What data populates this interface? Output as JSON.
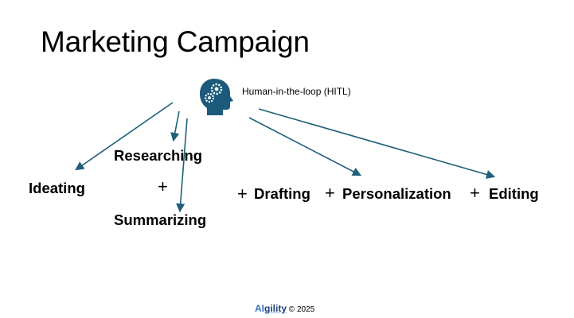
{
  "title": "Marketing Campaign",
  "hitl": {
    "label": "Human-in-the-loop (HITL)",
    "icon": "head-gears-icon"
  },
  "steps": {
    "ideating": "Ideating",
    "researching": "Researching",
    "summarizing": "Summarizing",
    "drafting": "Drafting",
    "personalization": "Personalization",
    "editing": "Editing"
  },
  "plus_symbol": "+",
  "footer": {
    "brand_ai": "AI",
    "brand_rest": "gility",
    "copyright": "© 2025"
  },
  "colors": {
    "arrow": "#1e5f7a",
    "icon": "#1b5a7a",
    "text": "#000000"
  }
}
